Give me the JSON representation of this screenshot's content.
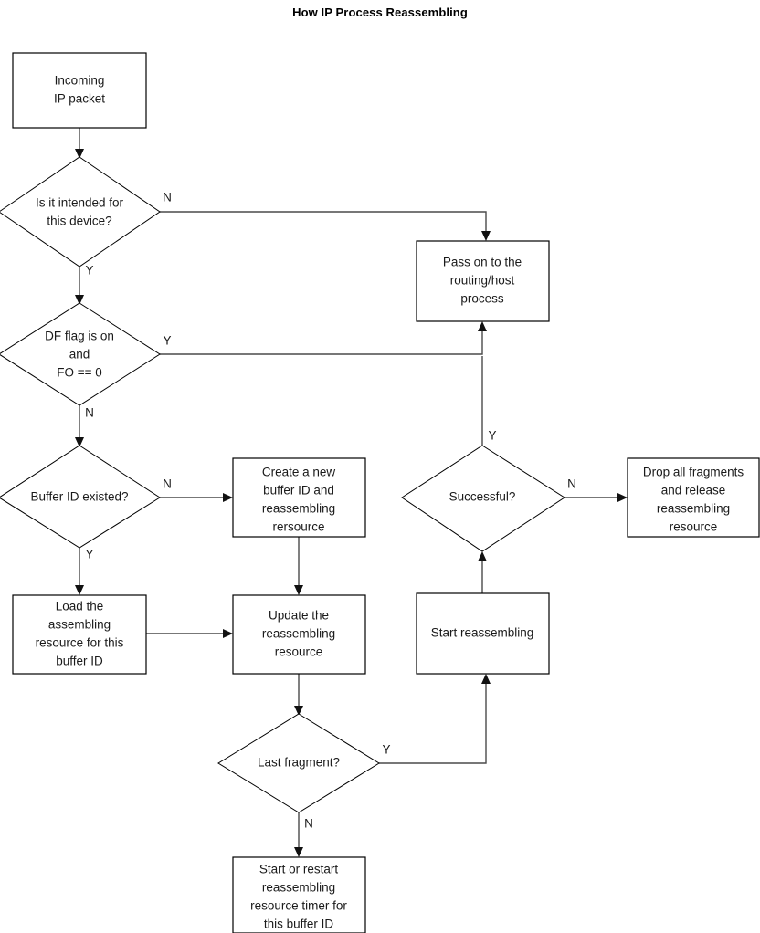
{
  "diagram": {
    "title": "How IP Process Reassembling",
    "type": "flowchart",
    "orientation": "top-to-bottom",
    "colors": {
      "background": "#ffffff",
      "node_fill": "#ffffff",
      "node_stroke": "#000000",
      "edge_stroke": "#4a4a4a",
      "text": "#1a1a1a"
    },
    "nodes": {
      "incoming_packet": {
        "shape": "rect",
        "lines": [
          "Incoming",
          "IP packet"
        ]
      },
      "intended_for_device": {
        "shape": "diamond",
        "lines": [
          "Is it intended for",
          "this device?"
        ]
      },
      "df_flag": {
        "shape": "diamond",
        "lines": [
          "DF flag is on",
          "and",
          "FO == 0"
        ]
      },
      "buffer_id_existed": {
        "shape": "diamond",
        "lines": [
          "Buffer ID existed?"
        ]
      },
      "pass_on": {
        "shape": "rect",
        "lines": [
          "Pass on to the",
          "routing/host",
          "process"
        ]
      },
      "create_buffer": {
        "shape": "rect",
        "lines": [
          "Create a new",
          "buffer ID and",
          "reassembling",
          "rersource"
        ]
      },
      "successful": {
        "shape": "diamond",
        "lines": [
          "Successful?"
        ]
      },
      "drop_fragments": {
        "shape": "rect",
        "lines": [
          "Drop all fragments",
          "and release",
          "reassembling",
          "resource"
        ]
      },
      "load_assembling": {
        "shape": "rect",
        "lines": [
          "Load the",
          "assembling",
          "resource for this",
          "buffer ID"
        ]
      },
      "update_resource": {
        "shape": "rect",
        "lines": [
          "Update the",
          "reassembling",
          "resource"
        ]
      },
      "start_reassembling": {
        "shape": "rect",
        "lines": [
          "Start reassembling"
        ]
      },
      "last_fragment": {
        "shape": "diamond",
        "lines": [
          "Last fragment?"
        ]
      },
      "restart_timer": {
        "shape": "rect",
        "lines": [
          "Start or restart",
          "reassembling",
          "resource timer for",
          "this buffer ID"
        ]
      }
    },
    "edge_labels": {
      "intended_no": "N",
      "intended_yes": "Y",
      "df_yes": "Y",
      "df_no": "N",
      "buffer_no": "N",
      "buffer_yes": "Y",
      "successful_yes": "Y",
      "successful_no": "N",
      "last_fragment_yes": "Y",
      "last_fragment_no": "N"
    }
  }
}
